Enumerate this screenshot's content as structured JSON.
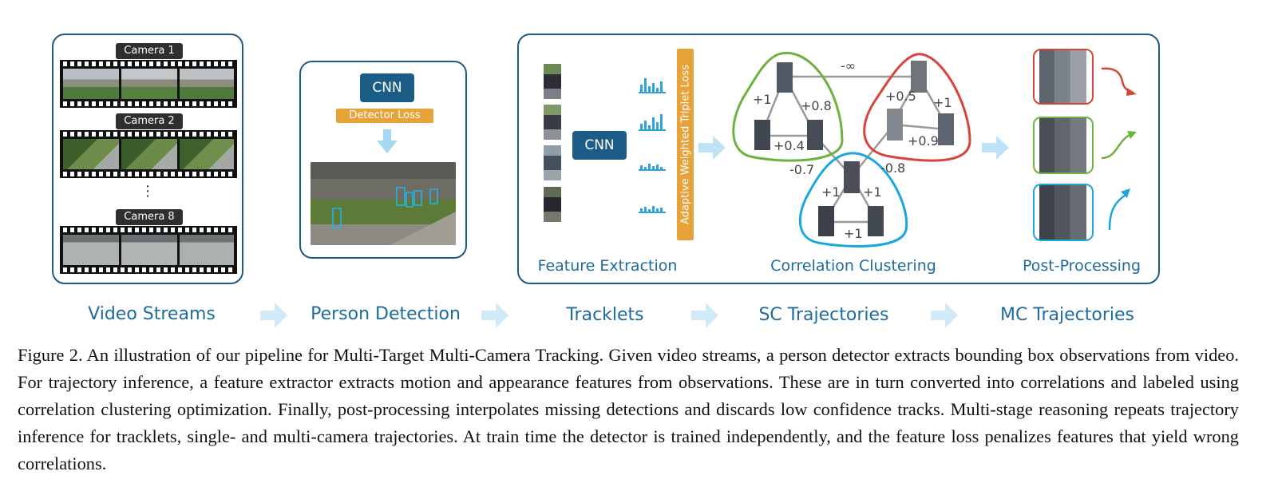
{
  "video_streams": {
    "cameras": [
      "Camera 1",
      "Camera 2",
      "Camera 8"
    ],
    "ellipsis": "⋮"
  },
  "person_detection": {
    "cnn_label": "CNN",
    "loss_label": "Detector Loss"
  },
  "tracklets_panel": {
    "cnn_label": "CNN",
    "loss_label": "Adaptive Weighted Triplet Loss",
    "sub_labels": {
      "feature_extraction": "Feature Extraction",
      "correlation_clustering": "Correlation Clustering",
      "post_processing": "Post-Processing"
    },
    "edge_weights": {
      "neg_inf": "-∞",
      "g_left": "+1",
      "g_right": "+0.8",
      "g_bottom": "+0.4",
      "r_left": "+0.5",
      "r_right": "+1",
      "r_bottom": "+0.9",
      "b_left": "+1",
      "b_right": "+1",
      "b_bottom": "+1",
      "gb": "-0.7",
      "rb": "-0.8"
    },
    "cluster_colors": {
      "green": "#6cb33f",
      "red": "#d9443a",
      "blue": "#1aa7dc"
    }
  },
  "stages": [
    "Video Streams",
    "Person Detection",
    "Tracklets",
    "SC Trajectories",
    "MC Trajectories"
  ],
  "caption": "Figure 2. An illustration of our pipeline for Multi-Target Multi-Camera Tracking. Given video streams, a person detector extracts bounding box observations from video. For trajectory inference, a feature extractor extracts motion and appearance features from observations. These are in turn converted into correlations and labeled using correlation clustering optimization. Finally, post-processing interpolates missing detections and discards low confidence tracks. Multi-stage reasoning repeats trajectory inference for tracklets, single- and multi-camera trajectories. At train time the detector is trained independently, and the feature loss penalizes features that yield wrong correlations."
}
